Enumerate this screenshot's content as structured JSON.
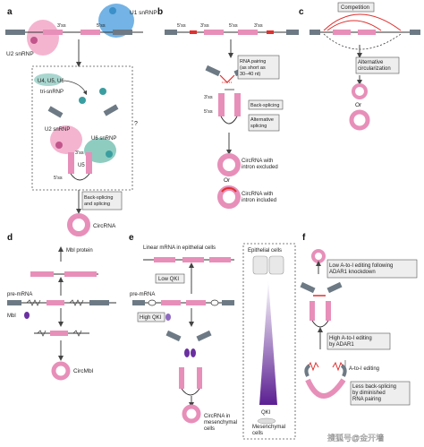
{
  "panels": {
    "a": {
      "letter": "a",
      "u1": "U1 snRNP",
      "u2": "U2 snRNP",
      "ss3": "3′ss",
      "ss5": "5′ss",
      "tri": "U4, U5, U6",
      "tri_label": "tri-snRNP",
      "u2b": "U2 snRNP",
      "u6": "U6 snRNP",
      "u5": "U5",
      "q": "?",
      "box": "Back-splicing\nand splicing",
      "circ": "CircRNA",
      "ss5b": "5′ss",
      "ss3b": "3′ss"
    },
    "b": {
      "letter": "b",
      "ss_labels": [
        "5′ss",
        "3′ss",
        "5′ss",
        "3′ss"
      ],
      "pairing": "RNA pairing\n(as short as\n30–40 nt)",
      "back": "Back-splicing",
      "alt": "Alternative\nsplicing",
      "ss3": "3′ss",
      "ss5": "5′ss",
      "excluded": "CircRNA with\nintron excluded",
      "or": "Or",
      "included": "CircRNA with\nintron included"
    },
    "c": {
      "letter": "c",
      "competition": "Competition",
      "altcirc": "Alternative\ncircularization",
      "or": "Or"
    },
    "d": {
      "letter": "d",
      "mbl_protein": "Mbl protein",
      "premrna": "pre-mRNA",
      "mbl": "Mbl",
      "circmbl": "CircMbl"
    },
    "e": {
      "letter": "e",
      "linear": "Linear mRNA in epithelial cells",
      "low": "Low QKI",
      "premrna": "pre-mRNA",
      "high": "High QKI",
      "circ": "CircRNA in\nmesenchymal\ncells",
      "epi": "Epithelial cells",
      "qki": "QKI",
      "mes": "Mesenchymal\ncells"
    },
    "f": {
      "letter": "f",
      "low_edit": "Low A-to-I editing following\nADAR1 knockdown",
      "high_edit": "High A-to-I editing\nby ADAR1",
      "edit": "A-to-I editing",
      "less": "Less back-splicing\nby diminished\nRNA pairing"
    }
  },
  "watermark": "搜狐号@金开墙",
  "colors": {
    "exon_pink": "#e78fb9",
    "exon_pink_dark": "#c2558c",
    "intron_gray": "#6d7a85",
    "u1_blue": "#5aa6e0",
    "u2_pink": "#f2a7c7",
    "u6_green": "#7ac3b5",
    "tri_green": "#a9d6cf",
    "red": "#e0302f",
    "purple": "#6a2fa0"
  }
}
